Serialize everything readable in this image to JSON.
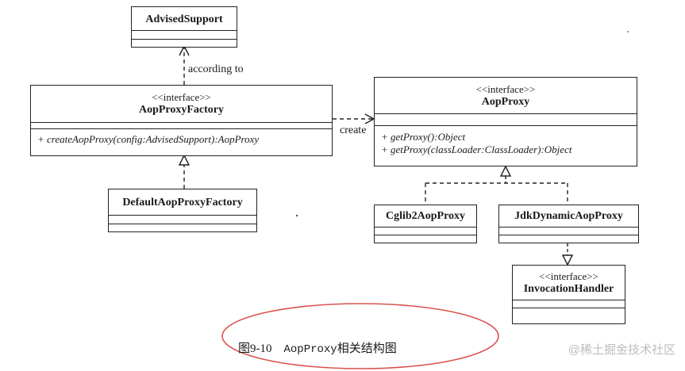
{
  "classes": {
    "advised_support": {
      "name": "AdvisedSupport"
    },
    "aop_proxy_factory": {
      "stereotype": "<<interface>>",
      "name": "AopProxyFactory",
      "methods": [
        "+ createAopProxy(config:AdvisedSupport):AopProxy"
      ]
    },
    "default_aop_proxy_factory": {
      "name": "DefaultAopProxyFactory"
    },
    "aop_proxy": {
      "stereotype": "<<interface>>",
      "name": "AopProxy",
      "methods": [
        "+ getProxy():Object",
        "+ getProxy(classLoader:ClassLoader):Object"
      ]
    },
    "cglib2_aop_proxy": {
      "name": "Cglib2AopProxy"
    },
    "jdk_dynamic_aop_proxy": {
      "name": "JdkDynamicAopProxy"
    },
    "invocation_handler": {
      "stereotype": "<<interface>>",
      "name": "InvocationHandler"
    }
  },
  "labels": {
    "according_to": "according to",
    "create": "create"
  },
  "caption": {
    "figure_no": "图9-10",
    "code": "AopProxy",
    "text": "相关结构图"
  },
  "watermark": "@稀土掘金技术社区"
}
